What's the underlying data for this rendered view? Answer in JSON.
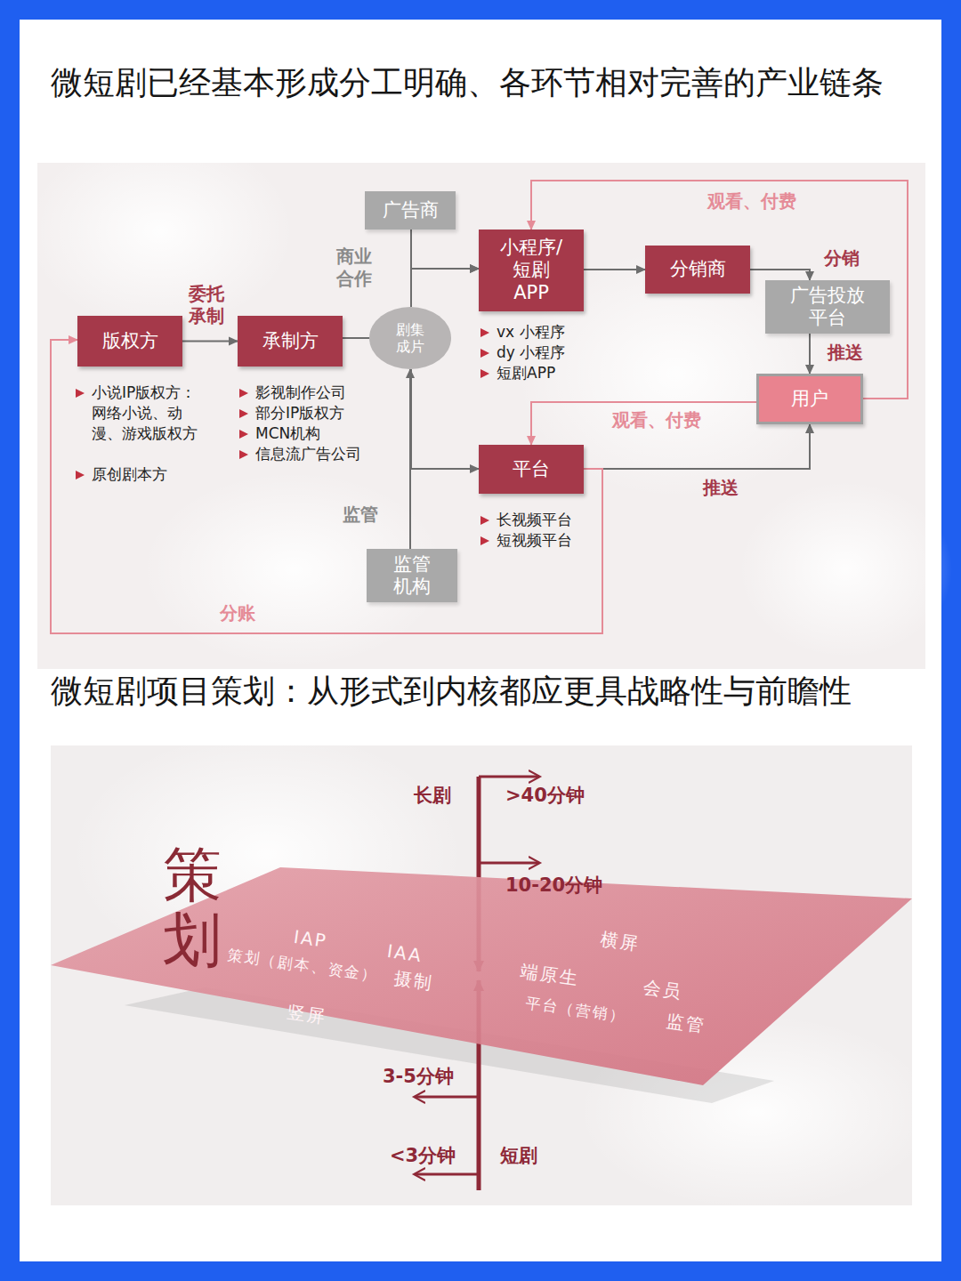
{
  "diagram": {
    "title": "微短剧已经基本形成分工明确、各环节相对完善的产业链条",
    "nodes": [
      {
        "text": [
          "广告商"
        ]
      },
      {
        "text": [
          "版权方"
        ]
      },
      {
        "text": [
          "承制方"
        ]
      },
      {
        "text": [
          "剧集 成片"
        ]
      },
      {
        "text": [
          "小程序/ 短剧 APP"
        ]
      },
      {
        "text": [
          "分销商"
        ]
      },
      {
        "text": [
          "广告投放 平台"
        ]
      },
      {
        "text": [
          "用户"
        ]
      },
      {
        "text": [
          "平台"
        ]
      },
      {
        "text": [
          "监管 机构"
        ]
      },
      {
        "text": [
          "IAP",
          "IAA",
          "策划（剧本、资金）",
          "摄制",
          "竖屏",
          "横屏",
          "端原生",
          "会员",
          "平台（营销）",
          "监管"
        ]
      }
    ],
    "edges": [
      {
        "from": 1,
        "to": 2,
        "arrow": "to",
        "label": "委托 承制"
      },
      {
        "from": 2,
        "to": 3,
        "arrow": "none"
      },
      {
        "from": 3,
        "to": 4,
        "arrow": "to"
      },
      {
        "from": 0,
        "to": 4,
        "arrow": "to",
        "label": "商业 合作"
      },
      {
        "from": 3,
        "to": 8,
        "arrow": "to"
      },
      {
        "from": 9,
        "to": 3,
        "arrow": "to",
        "label": "监管"
      },
      {
        "from": 4,
        "to": 5,
        "arrow": "to"
      },
      {
        "from": 5,
        "to": 6,
        "arrow": "to",
        "label": "分销"
      },
      {
        "from": 6,
        "to": 7,
        "arrow": "to",
        "label": "推送"
      },
      {
        "from": 7,
        "to": 4,
        "arrow": "to",
        "label": "观看、付费"
      },
      {
        "from": 7,
        "to": 8,
        "arrow": "to",
        "label": "观看、付费"
      },
      {
        "from": 8,
        "to": 7,
        "arrow": "to",
        "label": "推送"
      },
      {
        "from": 8,
        "to": 1,
        "arrow": "to",
        "label": "分账"
      }
    ],
    "labels": [
      "小说IP版权方：网络小说、动漫、游戏版权方",
      "原创剧本方",
      "影视制作公司",
      "部分IP版权方",
      "MCN机构",
      "信息流广告公司",
      "vx 小程序",
      "dy 小程序",
      "短剧APP",
      "长视频平台",
      "短视频平台",
      "微短剧项目策划：从形式到内核都应更具战略性与前瞻性",
      "策划",
      "长剧",
      ">40分钟",
      "10-20分钟",
      "3-5分钟",
      "<3分钟",
      "短剧"
    ]
  }
}
